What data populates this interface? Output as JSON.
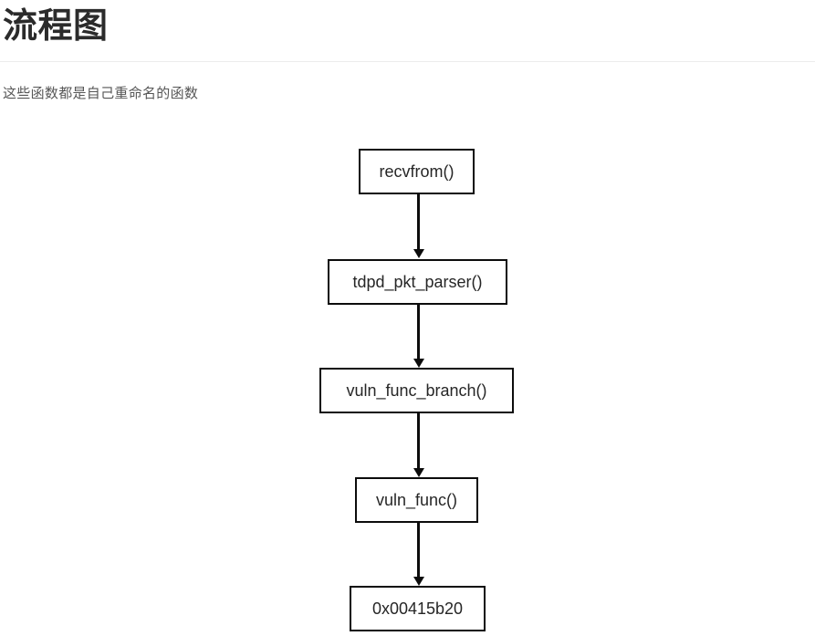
{
  "header": {
    "title": "流程图",
    "subtitle": "这些函数都是自己重命名的函数"
  },
  "colors": {
    "page_background": "#ffffff",
    "title_text": "#2b2b2b",
    "subtitle_text": "#565656",
    "divider": "#ececec",
    "node_border": "#0c0c0c",
    "node_fill": "#ffffff",
    "node_text": "#262626",
    "edge": "#0c0c0c"
  },
  "flowchart": {
    "orientation": "top-to-bottom",
    "nodes": [
      {
        "id": "n1",
        "label": "recvfrom()"
      },
      {
        "id": "n2",
        "label": "tdpd_pkt_parser()"
      },
      {
        "id": "n3",
        "label": "vuln_func_branch()"
      },
      {
        "id": "n4",
        "label": "vuln_func()"
      },
      {
        "id": "n5",
        "label": "0x00415b20"
      }
    ],
    "edges": [
      {
        "from": "n1",
        "to": "n2",
        "label": "",
        "arrow": "arrow-down-icon"
      },
      {
        "from": "n2",
        "to": "n3",
        "label": "",
        "arrow": "arrow-down-icon"
      },
      {
        "from": "n3",
        "to": "n4",
        "label": "",
        "arrow": "arrow-down-icon"
      },
      {
        "from": "n4",
        "to": "n5",
        "label": "",
        "arrow": "arrow-down-icon"
      }
    ]
  }
}
